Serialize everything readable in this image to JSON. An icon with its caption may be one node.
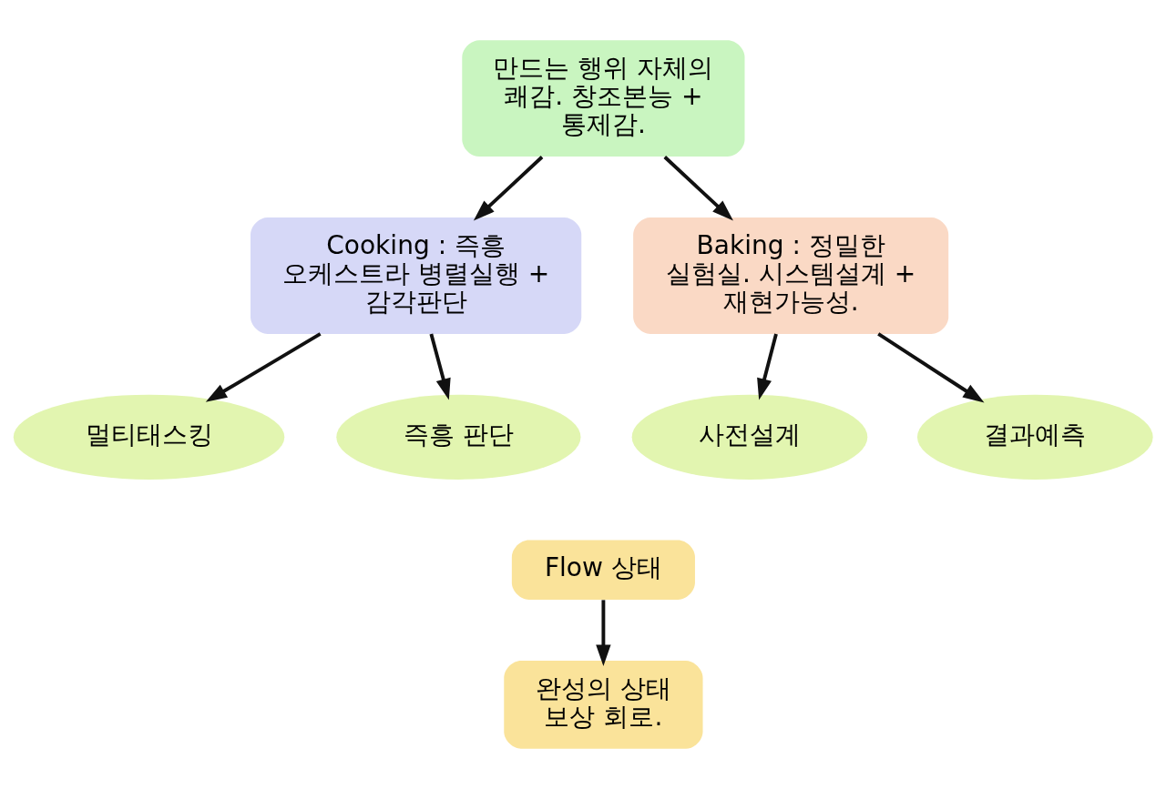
{
  "diagram": {
    "nodes": [
      {
        "text": [
          "만드는 행위 자체의 쾌감. 창조본능 + 통제감."
        ]
      },
      {
        "text": [
          "Cooking : 즉흥 오케스트라 병렬실행 + 감각판단"
        ]
      },
      {
        "text": [
          "Baking : 정밀한 실험실. 시스템설계 + 재현가능성."
        ]
      },
      {
        "text": [
          "멀티태스킹"
        ]
      },
      {
        "text": [
          "즉흥 판단"
        ]
      },
      {
        "text": [
          "사전설계"
        ]
      },
      {
        "text": [
          "결과예측"
        ]
      },
      {
        "text": [
          "Flow 상태"
        ]
      },
      {
        "text": [
          "완성의 상태 보상 회로."
        ]
      }
    ],
    "edges": [
      {
        "from": 0,
        "to": 1,
        "arrow": "to"
      },
      {
        "from": 0,
        "to": 2,
        "arrow": "to"
      },
      {
        "from": 1,
        "to": 3,
        "arrow": "to"
      },
      {
        "from": 1,
        "to": 4,
        "arrow": "to"
      },
      {
        "from": 2,
        "to": 5,
        "arrow": "to"
      },
      {
        "from": 2,
        "to": 6,
        "arrow": "to"
      },
      {
        "from": 7,
        "to": 8,
        "arrow": "to"
      }
    ]
  }
}
